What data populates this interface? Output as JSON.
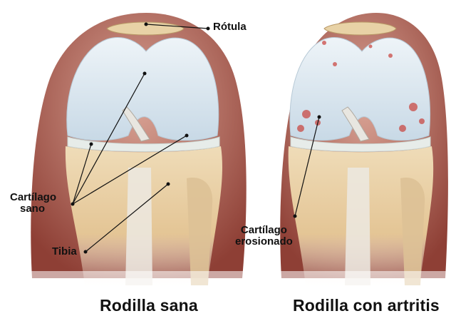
{
  "labels": {
    "rotula": "Rótula",
    "cartilago_sano_line1": "Cartílago",
    "cartilago_sano_line2": "sano",
    "tibia": "Tibia",
    "cartilago_erosionado_line1": "Cartílago",
    "cartilago_erosionado_line2": "erosionado"
  },
  "captions": {
    "left": "Rodilla sana",
    "right": "Rodilla con artritis"
  },
  "colors": {
    "outer_tissue": "#9c4a3f",
    "outer_tissue_light": "#c98b7e",
    "healthy_cartilage": "#d6e4ee",
    "eroded_cartilage_spot": "#c9403a",
    "bone": "#e9cfa3",
    "bone_shadow": "#cfa878",
    "ligament": "#e8e6e0",
    "leader_line": "#111111"
  }
}
